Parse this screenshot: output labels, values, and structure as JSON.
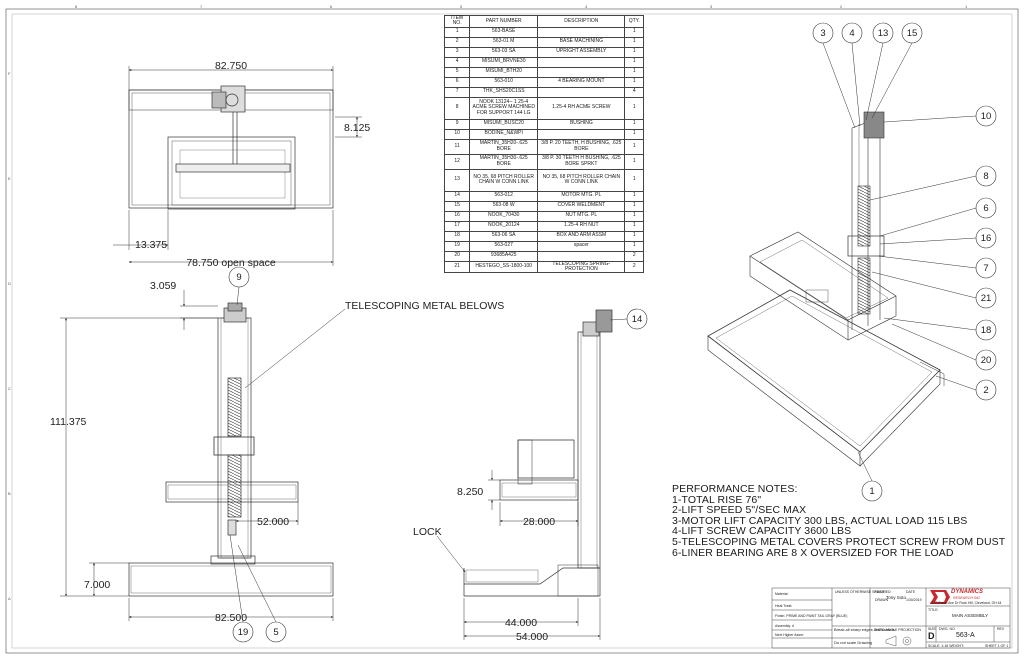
{
  "bom": {
    "headers": [
      "ITEM NO.",
      "PART NUMBER",
      "DESCRIPTION",
      "QTY."
    ],
    "rows": [
      [
        "1",
        "563-BASE",
        "",
        "1"
      ],
      [
        "2",
        "563-01 M",
        "BASE MACHINING",
        "1"
      ],
      [
        "3",
        "563-03 SA",
        "UPRIGHT ASSEMBLY",
        "1"
      ],
      [
        "4",
        "MISUMI_BRVNE30",
        "",
        "1"
      ],
      [
        "5",
        "MISUMI_BTH20",
        "",
        "1"
      ],
      [
        "6",
        "563-010",
        "4 BEARING MOUNT",
        "1"
      ],
      [
        "7",
        "THK_SHS20C1SS",
        "",
        "4"
      ],
      [
        "8",
        "NOOK 13124-- 1 25-4 ACME SCREW MACHINED FOR SUPPORT 144 LG",
        "1.25-4 RH ACME SCREW",
        "1"
      ],
      [
        "9",
        "MISUMI_BUSC20",
        "BUSHING",
        "1"
      ],
      [
        "10",
        "BODINE_N&WPI",
        "",
        "1"
      ],
      [
        "11",
        "MARTIN_35H20-.625 BORE",
        "3/8 P. 20 TEETH, H BUSHING, .625 BORE",
        "1"
      ],
      [
        "12",
        "MARTIN_35H30-.625 BORE",
        "3/8 P. 30 TEETH H BUSHING, .625 BORE SPRKT",
        "1"
      ],
      [
        "13",
        "NO 35, 68 PITCH ROLLER CHAIN W CONN LINK",
        "NO 35, 68 PITCH ROLLER CHAIN W CONN LINK",
        "1"
      ],
      [
        "14",
        "563-012",
        "MOTOR MTG. PL",
        "1"
      ],
      [
        "15",
        "563-08 W",
        "COVER WELDMENT",
        "1"
      ],
      [
        "16",
        "NOOK_70430",
        "NUT MTG. PL",
        "1"
      ],
      [
        "17",
        "NOOK_20124",
        "1.25-4 RH NUT",
        "1"
      ],
      [
        "18",
        "563-06 SA",
        "BOX AND ARM ASSM",
        "1"
      ],
      [
        "19",
        "563-027",
        "spacer",
        "1"
      ],
      [
        "20",
        "93685A425",
        "",
        "2"
      ],
      [
        "21",
        "HESTEGO_SS-1800-100",
        "TELESCOPING SPRING-PROTECTION",
        "2"
      ]
    ]
  },
  "dims": {
    "top_width": "82.750",
    "top_height": "8.125",
    "top_left": "13.375",
    "open_space": "78.750 open space",
    "front_top": "3.059",
    "front_height": "111.375",
    "front_arm": "52.000",
    "front_base_h": "7.000",
    "front_base_w": "82.500",
    "side_arm_h": "8.250",
    "side_arm_w": "28.000",
    "side_base_1": "44.000",
    "side_base_2": "54.000"
  },
  "labels": {
    "bellows": "TELESCOPING METAL BELOWS",
    "lock": "LOCK"
  },
  "balloons": {
    "front_9": "9",
    "front_19": "19",
    "front_5": "5",
    "side_14": "14",
    "iso": [
      "3",
      "4",
      "13",
      "15",
      "10",
      "8",
      "6",
      "16",
      "7",
      "21",
      "18",
      "20",
      "2",
      "1"
    ]
  },
  "notes": {
    "title": "PERFORMANCE NOTES:",
    "lines": [
      "1-TOTAL RISE 76\"",
      "2-LIFT SPEED 5\"/SEC MAX",
      "3-MOTOR LIFT CAPACITY 300 LBS, ACTUAL LOAD 115 LBS",
      "4-LIFT SCREW CAPACITY 3600 LBS",
      "5-TELESCOPING METAL COVERS PROTECT SCREW FROM DUST",
      "6-LINER BEARING ARE 8 X OVERSIZED FOR THE LOAD"
    ]
  },
  "title_block": {
    "material": "Material:",
    "heat_treat": "Heat Treat:",
    "finish": "Finish:  PRIME AND PAINT TAIL GRAY (BLUE)",
    "assembly": "Assembly: #",
    "next_higher": "Next Higher Assm:",
    "unless": "UNLESS OTHERWISE SPECIFIED:",
    "name_hdr": "NAME",
    "date_hdr": "DATE",
    "drawn": "DRAWN",
    "drawn_by": "Tony Soto",
    "drawn_date": "1/30/2019",
    "break_edges": "Break all sharp edges and corners",
    "no_scale": "Do not scale Drawing",
    "third_angle": "THIRD ANGLE PROJECTION",
    "company": "DYNAMICS",
    "company_sub": "RESEARCH INC",
    "address": "4133 Eaton Ave Dr  Rock Hill, Cleveland, OH 44",
    "title_lbl": "TITLE:",
    "drawing_title": "MAIN ASSEMBLY",
    "size_lbl": "SIZE",
    "dwg_lbl": "DWG.  NO.",
    "rev_lbl": "REV",
    "size": "D",
    "dwg_no": "563-A",
    "scale": "SCALE: 1:16  WEIGHT:",
    "sheet": "SHEET 1 OF 1"
  },
  "border_marks": {
    "top": [
      "8",
      "7",
      "6",
      "5",
      "4",
      "3",
      "2",
      "1"
    ],
    "side": [
      "F",
      "E",
      "D",
      "C",
      "B",
      "A"
    ]
  }
}
